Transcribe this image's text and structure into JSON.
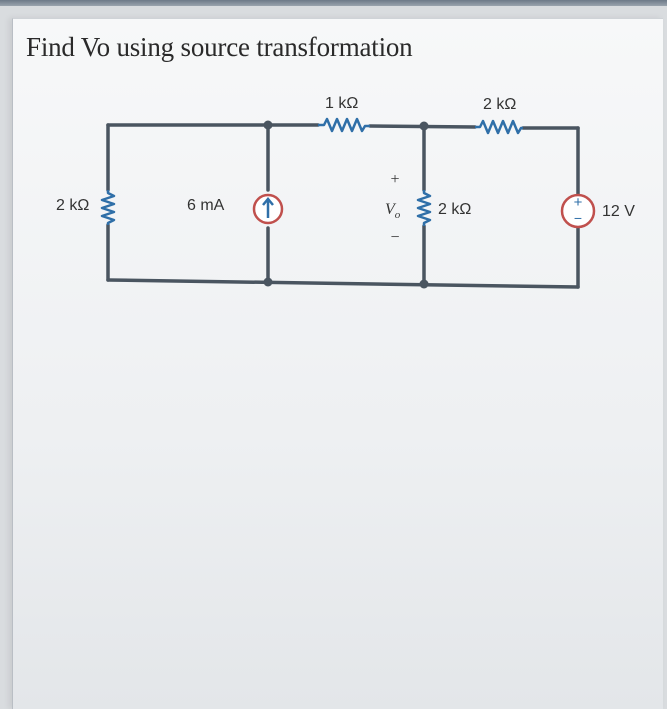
{
  "question": "Find Vo using source transformation",
  "circuit": {
    "left_resistor": "2 kΩ",
    "current_source": "6 mA",
    "top_resistor_1": "1 kΩ",
    "top_resistor_2": "2 kΩ",
    "middle_resistor": "2 kΩ",
    "voltage_source": "12 V",
    "vo_label": "V",
    "vo_subscript": "o",
    "plus_sign": "+",
    "minus_sign": "−",
    "source_plus": "+",
    "source_minus": "−"
  },
  "colors": {
    "wire": "#4a5560",
    "resistor": "#2f6fa8",
    "source_ring": "#c0504d",
    "text": "#333333"
  }
}
